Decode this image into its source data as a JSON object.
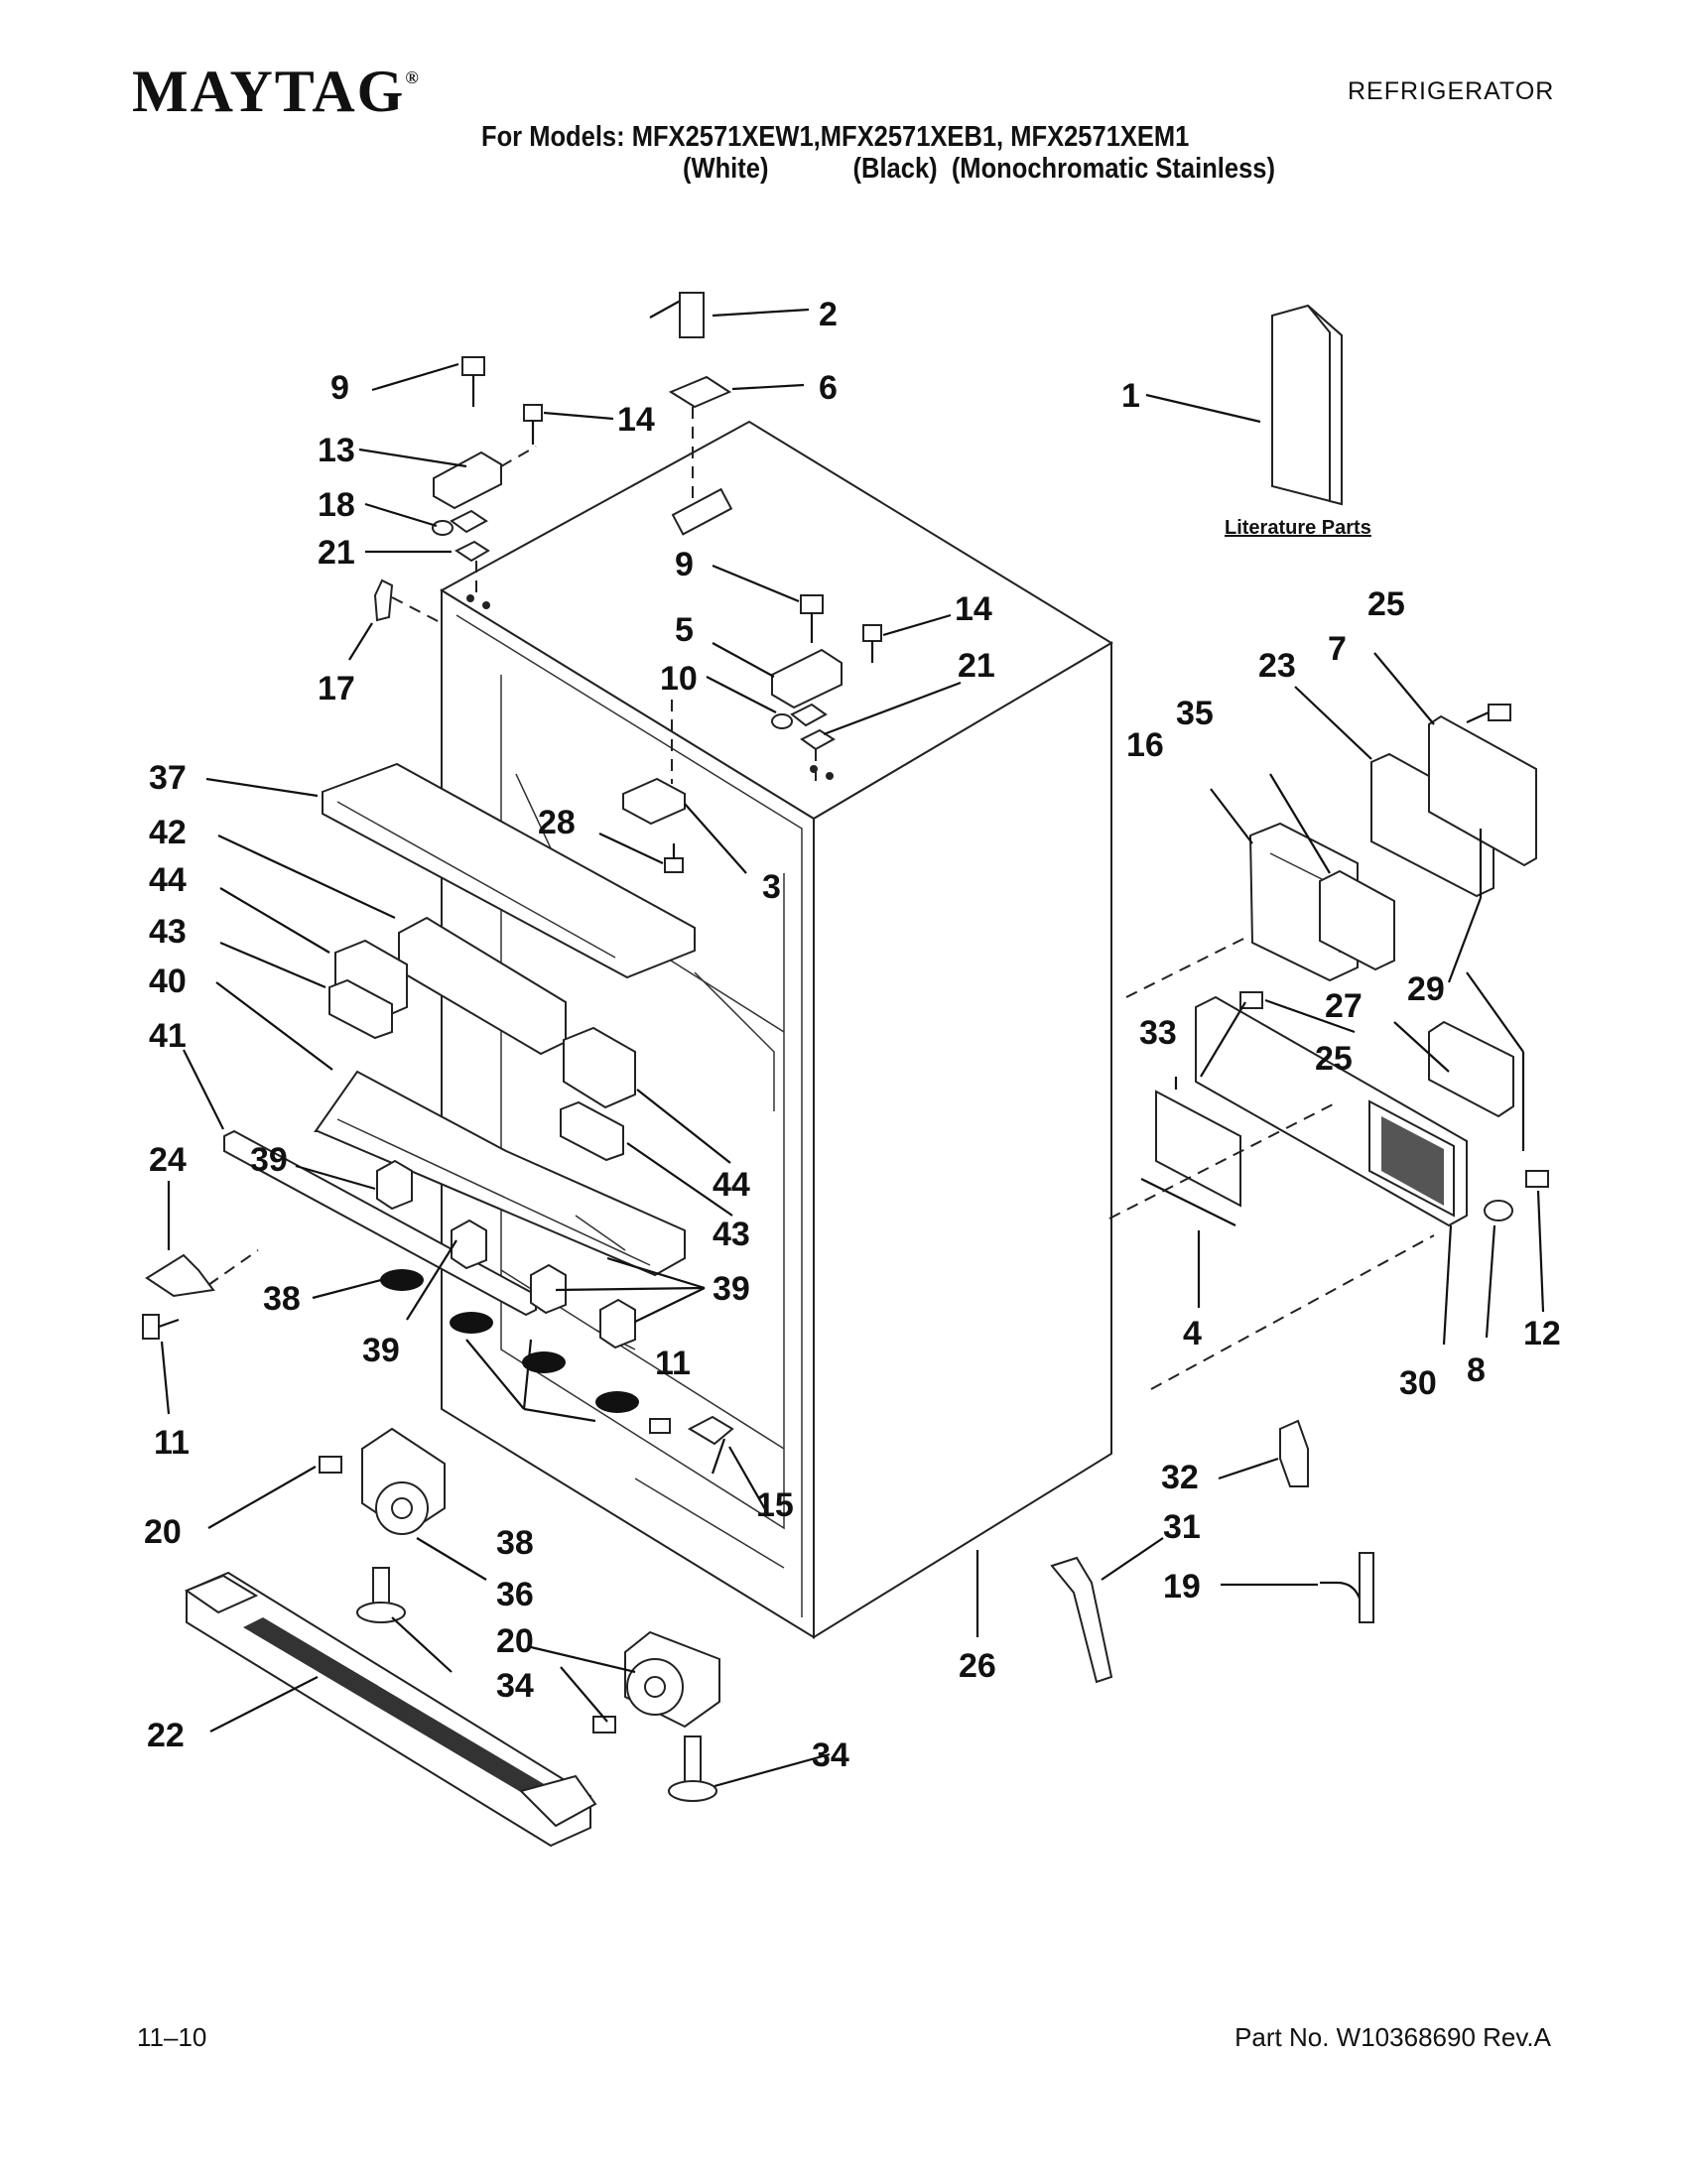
{
  "header": {
    "brand": "MAYTAG",
    "brand_mark": "®",
    "doc_type": "REFRIGERATOR",
    "models_line": "For Models: MFX2571XEW1,MFX2571XEB1, MFX2571XEM1",
    "variants_line": "(White)            (Black)  (Monochromatic Stainless)"
  },
  "literature": {
    "label": "Literature Parts"
  },
  "callouts": {
    "c1": "1",
    "c2": "2",
    "c3": "3",
    "c4": "4",
    "c5": "5",
    "c6": "6",
    "c7": "7",
    "c8": "8",
    "c9a": "9",
    "c9b": "9",
    "c10": "10",
    "c11a": "11",
    "c11b": "11",
    "c12": "12",
    "c13": "13",
    "c14a": "14",
    "c14b": "14",
    "c15": "15",
    "c16": "16",
    "c17": "17",
    "c18": "18",
    "c19": "19",
    "c20a": "20",
    "c20b": "20",
    "c21a": "21",
    "c21b": "21",
    "c22": "22",
    "c23": "23",
    "c24": "24",
    "c25a": "25",
    "c25b": "25",
    "c26": "26",
    "c27": "27",
    "c28": "28",
    "c29": "29",
    "c30": "30",
    "c31": "31",
    "c32": "32",
    "c33": "33",
    "c34a": "34",
    "c34b": "34",
    "c35": "35",
    "c36": "36",
    "c37": "37",
    "c38a": "38",
    "c38b": "38",
    "c39a": "39",
    "c39b": "39",
    "c39c": "39",
    "c40": "40",
    "c41": "41",
    "c42": "42",
    "c43a": "43",
    "c43b": "43",
    "c44a": "44",
    "c44b": "44"
  },
  "footer": {
    "date": "11–10",
    "part_no": "Part No. W10368690 Rev.A"
  }
}
